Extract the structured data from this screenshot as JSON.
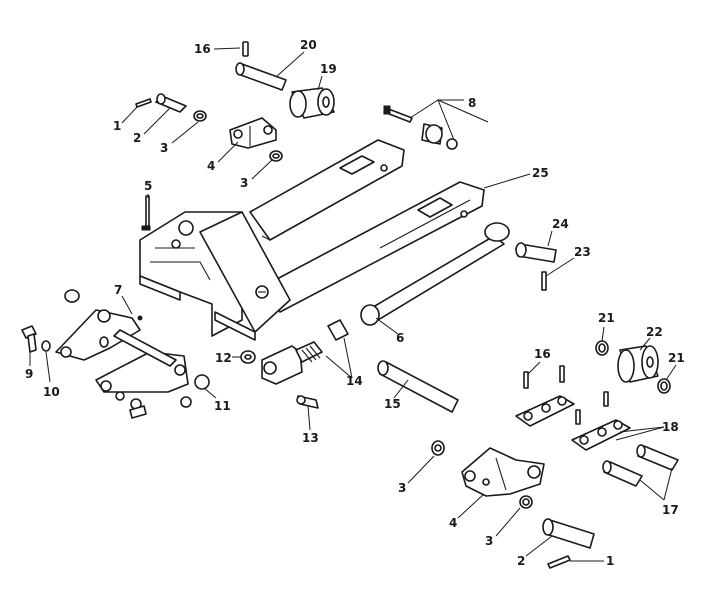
{
  "diagram": {
    "part_numbers": [
      "1",
      "2",
      "3",
      "4",
      "5",
      "6",
      "7",
      "8",
      "9",
      "10",
      "11",
      "12",
      "13",
      "14",
      "15",
      "16",
      "17",
      "18",
      "19",
      "20",
      "21",
      "22",
      "23",
      "24",
      "25"
    ]
  },
  "callouts": {
    "c16a": "16",
    "c20": "20",
    "c19": "19",
    "c1a": "1",
    "c2a": "2",
    "c3a": "3",
    "c4a": "4",
    "c3b": "3",
    "c8": "8",
    "c25": "25",
    "c5": "5",
    "c24": "24",
    "c23": "23",
    "c7": "7",
    "c6": "6",
    "c21a": "21",
    "c22": "22",
    "c21b": "21",
    "c9": "9",
    "c10": "10",
    "c12": "12",
    "c11": "11",
    "c14": "14",
    "c16b": "16",
    "c15": "15",
    "c13": "13",
    "c18": "18",
    "c17": "17",
    "c3c": "3",
    "c4b": "4",
    "c3d": "3",
    "c2b": "2",
    "c1b": "1"
  }
}
